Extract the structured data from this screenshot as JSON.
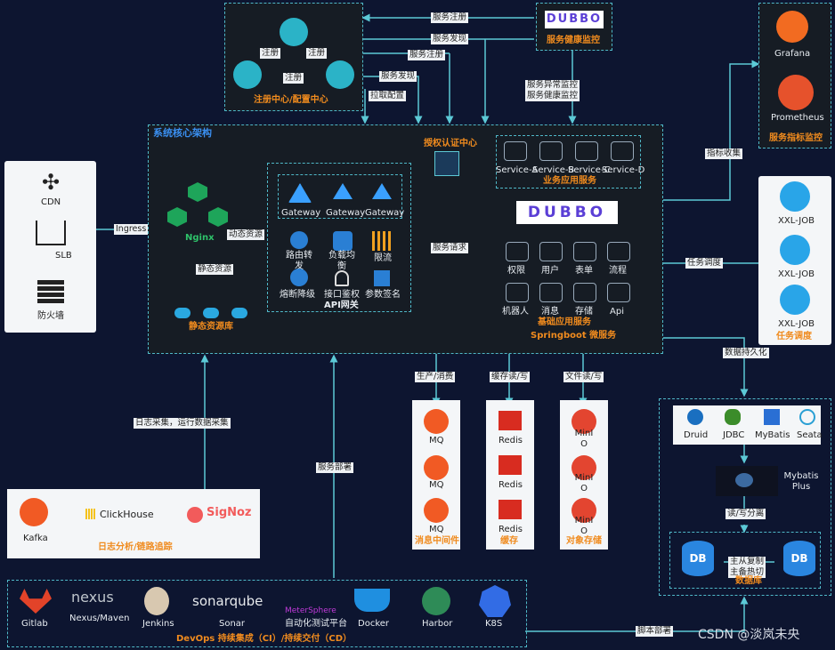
{
  "registry": {
    "title": "注册中心/配置中心",
    "labels": [
      "注册",
      "注册",
      "注册"
    ]
  },
  "dubbo_monitor": {
    "logo": "DUBBO",
    "title": "服务健康监控"
  },
  "metrics": {
    "title": "服务指标监控",
    "items": [
      "Grafana",
      "Prometheus"
    ]
  },
  "edge": {
    "items": [
      "CDN",
      "SLB",
      "防火墙"
    ]
  },
  "core": {
    "title": "系统核心架构",
    "nginx": "Nginx",
    "static_pool": "静态资源库",
    "gateway_items": [
      "Gateway",
      "Gateway",
      "Gateway"
    ],
    "gateway_features": [
      "路由转发",
      "负载均衡",
      "限流",
      "熔断降级",
      "接口鉴权",
      "参数签名"
    ],
    "gateway_title": "API网关",
    "auth": "授权认证中心",
    "business_services": [
      "Service-A",
      "Service-B",
      "Service-C",
      "Service-D"
    ],
    "business_title": "业务应用服务",
    "dubbo_logo": "DUBBO",
    "basic_services": [
      "权限",
      "用户",
      "表单",
      "流程",
      "机器人",
      "消息",
      "存储",
      "Api"
    ],
    "basic_title": "基础应用服务",
    "springboot": "Springboot 微服务"
  },
  "xxljob": {
    "items": [
      "XXL-JOB",
      "XXL-JOB",
      "XXL-JOB"
    ],
    "title": "任务调度"
  },
  "middleware": {
    "mq": {
      "items": [
        "MQ",
        "MQ",
        "MQ"
      ],
      "title": "消息中间件"
    },
    "redis": {
      "items": [
        "Redis",
        "Redis",
        "Redis"
      ],
      "title": "缓存"
    },
    "minio": {
      "items": [
        "MinIO",
        "MinIO",
        "MinIO"
      ],
      "title": "对象存储"
    }
  },
  "persistence": {
    "items": [
      "Druid",
      "JDBC",
      "MyBatis",
      "Seata"
    ],
    "mybatis_plus": "Mybatis Plus",
    "rw_split": "读/写分离",
    "db": [
      "DB",
      "DB"
    ],
    "replication": [
      "主从复制",
      "主备热切"
    ],
    "db_title": "数据库"
  },
  "log": {
    "items": [
      "Kafka",
      "ClickHouse",
      "SigNoz"
    ],
    "title": "日志分析/链路追踪"
  },
  "devops": {
    "items": [
      "Gitlab",
      "Nexus/Maven",
      "Jenkins",
      "Sonar",
      "自动化测试平台",
      "Docker",
      "Harbor",
      "K8S"
    ],
    "logos": [
      "nexus",
      "sonarqube",
      "MeterSphere"
    ],
    "title": "DevOps 持续集成（CI）/持续交付（CD）"
  },
  "edges": {
    "svc_register": "服务注册",
    "svc_discover": "服务发现",
    "svc_register2": "服务注册",
    "svc_discover2": "服务发现",
    "pull_config": "拉取配置",
    "health1": "服务异常监控",
    "health2": "服务健康监控",
    "metrics_collect": "指标收集",
    "ingress": "Ingress",
    "dynamic": "动态资源",
    "static": "静态资源",
    "svc_request": "服务请求",
    "task_schedule": "任务调度",
    "persist": "数据持久化",
    "produce": "生产/消费",
    "cache_rw": "缓存读/写",
    "file_rw": "文件读/写",
    "log_collect": "日志采集，运行数据采集",
    "deploy": "服务部署",
    "script_deploy": "脚本部署"
  },
  "watermark": "CSDN @淡岚未央"
}
